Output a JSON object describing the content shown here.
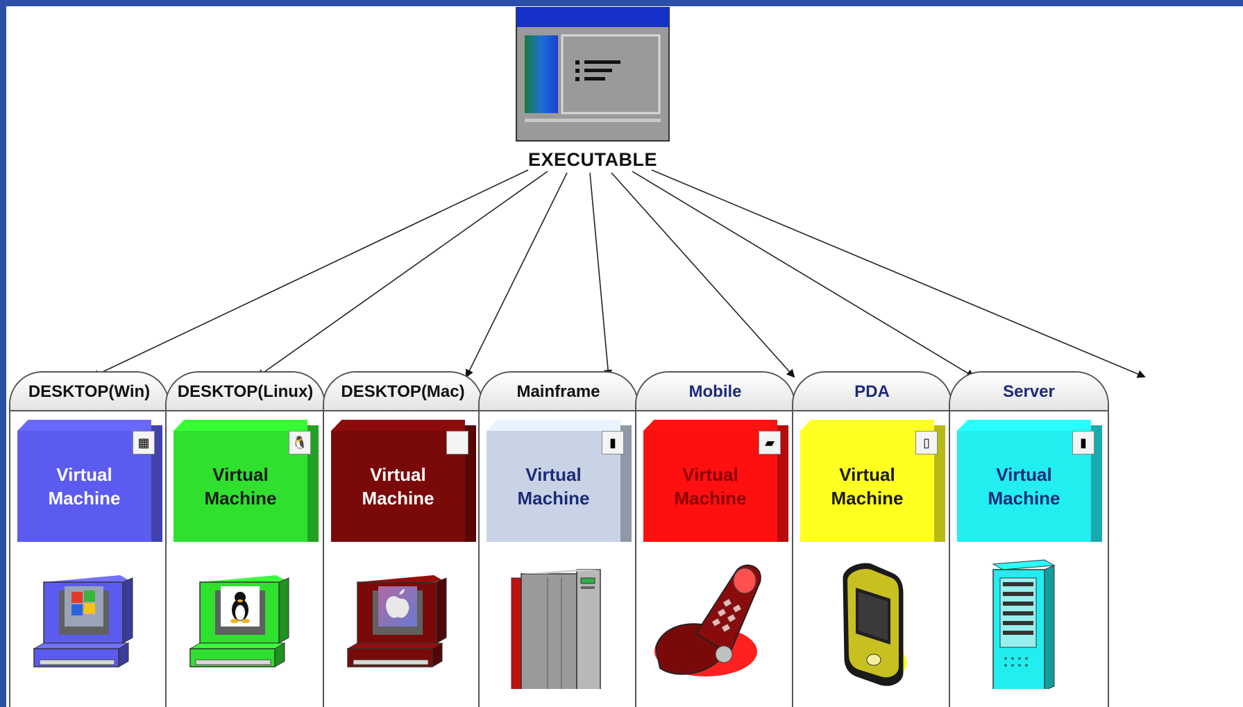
{
  "executable": {
    "label": "EXECUTABLE"
  },
  "vm_label_line1": "Virtual",
  "vm_label_line2": "Machine",
  "platforms": [
    {
      "name": "DESKTOP(Win)",
      "title_color": "#111111",
      "box_color": "#5b5bf0",
      "text_color": "#ffffff",
      "device": "windows-desktop-icon"
    },
    {
      "name": "DESKTOP(Linux)",
      "title_color": "#111111",
      "box_color": "#2fe02f",
      "text_color": "#1a1a1a",
      "device": "linux-desktop-icon"
    },
    {
      "name": "DESKTOP(Mac)",
      "title_color": "#111111",
      "box_color": "#7a0a0a",
      "text_color": "#ffffff",
      "device": "mac-desktop-icon"
    },
    {
      "name": "Mainframe",
      "title_color": "#111111",
      "box_color": "#c9d3e6",
      "text_color": "#1c2a7a",
      "device": "mainframe-icon"
    },
    {
      "name": "Mobile",
      "title_color": "#1c2a7a",
      "box_color": "#ff1010",
      "text_color": "#8a0000",
      "device": "mobile-phone-icon"
    },
    {
      "name": "PDA",
      "title_color": "#1c2a7a",
      "box_color": "#ffff20",
      "text_color": "#1a1a1a",
      "device": "pda-icon"
    },
    {
      "name": "Server",
      "title_color": "#1c2a7a",
      "box_color": "#22eef0",
      "text_color": "#1c2a7a",
      "device": "server-icon"
    }
  ]
}
